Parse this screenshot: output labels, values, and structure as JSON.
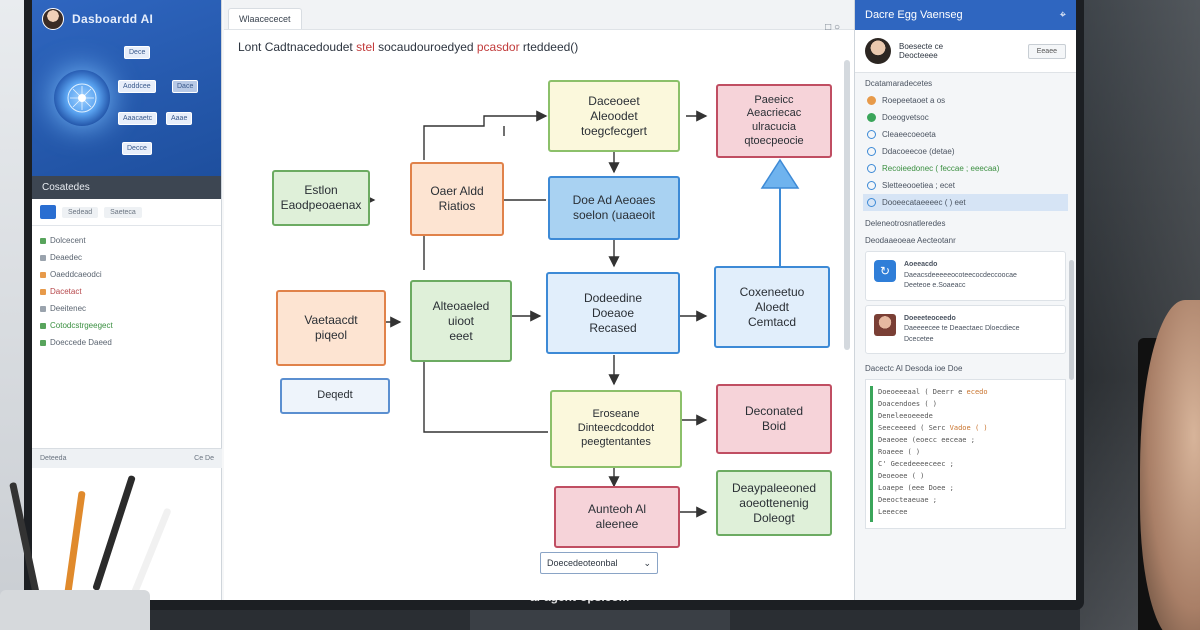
{
  "app": {
    "brand_title": "Dasboardd AI"
  },
  "left_panel": {
    "mini_nodes": [
      "Dece",
      "Aoddcee",
      "Dace",
      "Aaacaetc",
      "Aaae",
      "Decce"
    ],
    "section_title": "Cosatedes",
    "toolbar_chips": [
      "Sedead",
      "Saeteca"
    ],
    "tree_items": [
      {
        "label": "Dolcecent",
        "color": "default",
        "dot": "g"
      },
      {
        "label": "Deaedec",
        "color": "default",
        "dot": ""
      },
      {
        "label": "Oaeddcaeodci",
        "color": "default",
        "dot": "o"
      },
      {
        "label": "Dacetact",
        "color": "r",
        "dot": "o"
      },
      {
        "label": "Deeitenec",
        "color": "default",
        "dot": ""
      },
      {
        "label": "Cotodcstrgeegect",
        "color": "g",
        "dot": "g"
      },
      {
        "label": "Doeccede Daeed",
        "color": "default",
        "dot": "g"
      }
    ],
    "footer_left": "Deteeda",
    "footer_right": "Ce  De"
  },
  "center": {
    "tab_label": "Wlaacececet",
    "heading_prefix": "Lont  Cadtnacedoudet  ",
    "heading_mid1": "stel",
    "heading_mid2": " socaudouroedyed ",
    "heading_red": "pcasdor",
    "heading_suffix": " rteddeed()",
    "nodes": {
      "n1": "Daceoeet\nAleoodet\ntoegcfecgert",
      "n2": "Paeeicc\nAeacriecac\nulracucia\nqtoecpeocie",
      "n3": "Estlon\nEaodpeoaenax",
      "n4": "Oaer Aldd\nRiatios",
      "n5": "Doe Ad Aeoaes\nsoelon (uaaeoit",
      "n6": "Vaetaacdt\npiqeol",
      "n7": "Alteoaeled\nuioot\neeet",
      "n8": "Dodeedine\nDoeaoe\nRecased",
      "n9": "Coxeneetuo\nAloedt\nCemtacd",
      "n10": "Deqedt",
      "n11": "Eroseane\nDinteecdcoddot\npeegtentantes",
      "n12": "Deconated\nBoid",
      "n13": "Aunteoh Al\naleenee",
      "n14": "Deaypaleeoned\naoeottenenig\nDoleogt"
    },
    "dropdown_value": "Doecedeoteonbal"
  },
  "right_panel": {
    "header_title": "Dacre Egg  Vaenseg",
    "user_name": "Boesecte ce\nDeocteeee",
    "user_button": "Eeaee",
    "section1": "Dcatamaradecetes",
    "list": [
      {
        "text": "Roepeetaoet a os",
        "status": "o",
        "tone": "default",
        "sel": false
      },
      {
        "text": "Doeogvetsoc",
        "status": "g",
        "tone": "default",
        "sel": false
      },
      {
        "text": "Cleaeecoeoeta",
        "status": "",
        "tone": "default",
        "sel": false
      },
      {
        "text": "Ddacoeecoe (detae)",
        "status": "",
        "tone": "default",
        "sel": false
      },
      {
        "text": "Recoieedonec (  feccae ; eeecaa)",
        "status": "",
        "tone": "t-green",
        "sel": false
      },
      {
        "text": "Sletteeooetiea ;  ecet",
        "status": "",
        "tone": "default",
        "sel": false
      },
      {
        "text": "Dooeecataeeeec ( ) eet",
        "status": "",
        "tone": "default",
        "sel": true
      }
    ],
    "section2": "Deleneotrosnatleredes",
    "section3": "Deodaaeoeae Aecteotanr",
    "card1_title": "Aoeeacdo",
    "card1_body": "Daeacsdeeeeeocoteecocdeccoocae\nDeeteoe  e.Soaeacc",
    "card2_title": "Doeeeteoceedo",
    "card2_body": "Daeeeecee  te Deaectaec  Dloecdiece\nDcecetee",
    "section4": "Dacectc Al Desoda ioe Doe",
    "code": [
      {
        "t": "Doeoeeeaal  (  Deerr e  ",
        "o": "ecedo"
      },
      {
        "t": "Doacendoes ( )",
        "o": ""
      },
      {
        "t": "Deneleeoeeede",
        "o": ""
      },
      {
        "t": "Seeceeeed (  Serc  ",
        "o": "Vadoe ( )"
      },
      {
        "t": "Deaeoee  (eoecc eeceae ; ",
        "o": ""
      },
      {
        "t": "Roaeee  ( )",
        "o": ""
      },
      {
        "t": "  C'  Gecedeeeeceec ;",
        "o": ""
      },
      {
        "t": "Deoeoee ( )",
        "o": ""
      },
      {
        "t": "Loaepe  (eee  Doee ;",
        "o": ""
      },
      {
        "t": "Deeocteaeuae  ;",
        "o": ""
      },
      {
        "t": "Leeecee",
        "o": ""
      }
    ]
  },
  "watermark": "ai-agent-ops.com"
}
